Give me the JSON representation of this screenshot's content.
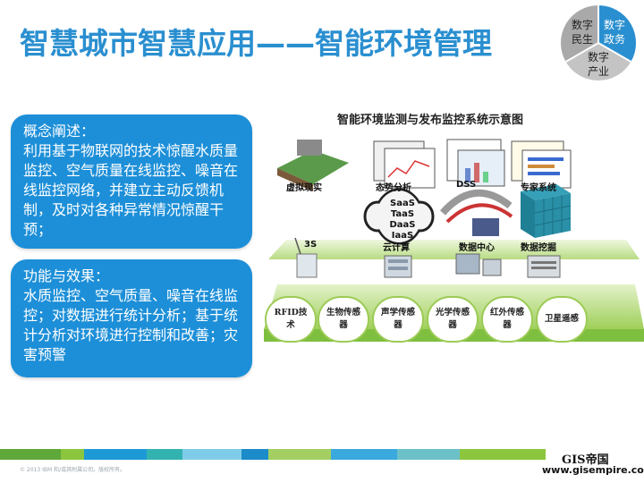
{
  "title": "智慧城市智慧应用——智能环境管理",
  "pie": {
    "segments": [
      {
        "label_line1": "数字",
        "label_line2": "民生",
        "color": "#b0b0b0"
      },
      {
        "label_line1": "数字",
        "label_line2": "政务",
        "color": "#2a8fd0"
      },
      {
        "label_line1": "数字",
        "label_line2": "产业",
        "color": "#c8c8c8"
      }
    ]
  },
  "card1": {
    "heading": "概念阐述：",
    "body": "利用基于物联网的技术惊醒水质量监控、空气质量在线监控、噪音在线监控网络，并建立主动反馈机制，及时对各种异常情况惊醒干预；"
  },
  "card2": {
    "heading": "功能与效果：",
    "body": "水质监控、空气质量、噪音在线监控；对数据进行统计分析；基于统计分析对环境进行控制和改善；灾害预警"
  },
  "diagram": {
    "title": "智能环境监测与发布监控系统示意图",
    "top_labels": [
      "虚拟现实",
      "态势分析",
      "DSS",
      "专家系统"
    ],
    "cloud_lines": [
      "SaaS",
      "TaaS",
      "DaaS",
      "IaaS"
    ],
    "mid_labels": [
      "3S",
      "云计算",
      "数据中心",
      "数据挖掘"
    ],
    "sensors": [
      "RFID技术",
      "生物传感器",
      "声学传感器",
      "光学传感器",
      "红外传感器",
      "卫星遥感"
    ]
  },
  "footer": {
    "copyright": "© 2013 IBM 和/或其附属公司。版权所有。",
    "logo": "GIS帝国",
    "site": "www.gisempire.com",
    "bar_colors": [
      "#5fa83a",
      "#8cc63f",
      "#1d9ad6",
      "#33b3b0",
      "#7fcce8",
      "#1b8bc9",
      "#a3cf62",
      "#3aa9de",
      "#6cc1c9",
      "#8cc63f"
    ]
  }
}
